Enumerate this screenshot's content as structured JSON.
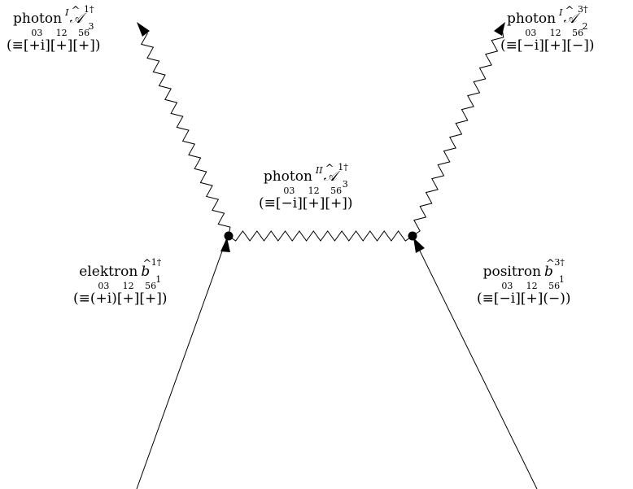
{
  "labels": {
    "photon_tl": {
      "word": "photon",
      "pre_superscript": "I",
      "operator": "𝒜",
      "superscript": "1†",
      "subscript": "3",
      "prefix": "(≡",
      "cells": [
        "[+i]",
        "[+]",
        "[+]"
      ],
      "nums": [
        "03",
        "12",
        "56"
      ],
      "suffix": ")"
    },
    "photon_tr": {
      "word": "photon",
      "pre_superscript": "I",
      "operator": "𝒜",
      "superscript": "3†",
      "subscript": "2",
      "prefix": "(≡",
      "cells": [
        "[−i]",
        "[+]",
        "[−]"
      ],
      "nums": [
        "03",
        "12",
        "56"
      ],
      "suffix": ")"
    },
    "photon_mid": {
      "word": "photon",
      "pre_superscript": "II",
      "operator": "𝒜",
      "superscript": "1†",
      "subscript": "3",
      "prefix": "(≡",
      "cells": [
        "[−i]",
        "[+]",
        "[+]"
      ],
      "nums": [
        "03",
        "12",
        "56"
      ],
      "suffix": ")"
    },
    "elektron": {
      "word": "elektron",
      "operator": "b",
      "superscript": "1†",
      "subscript": "1",
      "prefix": "(≡",
      "cells": [
        "(+i)",
        "[+]",
        "[+]"
      ],
      "nums": [
        "03",
        "12",
        "56"
      ],
      "suffix": ")"
    },
    "positron": {
      "word": "positron",
      "operator": "b",
      "superscript": "3†",
      "subscript": "1",
      "prefix": "(≡",
      "cells": [
        "[−i]",
        "[+]",
        "(−)"
      ],
      "nums": [
        "03",
        "12",
        "56"
      ],
      "suffix": ")"
    }
  }
}
